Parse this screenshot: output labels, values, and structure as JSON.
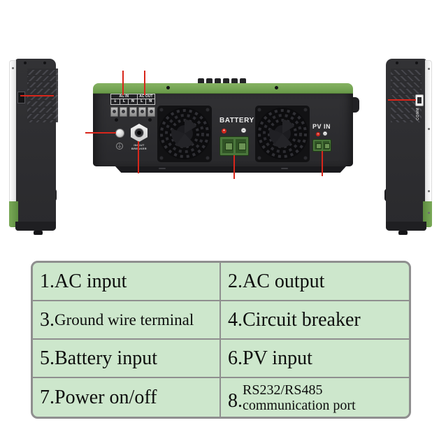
{
  "device": {
    "ac_in": "AC IN",
    "ac_out": "AC OUT",
    "terminals": [
      "⏚",
      "L",
      "N",
      "L",
      "N"
    ],
    "battery": "BATTERY",
    "pv_in": "PV IN",
    "breaker_l1": "IN/OUT",
    "breaker_l2": "BREAKER",
    "comm": "COMM",
    "ground_symbol": "⏚",
    "plus": "+",
    "minus": "−"
  },
  "table": {
    "cells": [
      {
        "num": "1.",
        "text": "AC input"
      },
      {
        "num": "2.",
        "text": "AC output"
      },
      {
        "num": "3.",
        "text": "Ground wire terminal"
      },
      {
        "num": "4.",
        "text": "Circuit breaker"
      },
      {
        "num": "5.",
        "text": "Battery input"
      },
      {
        "num": "6.",
        "text": "PV input"
      },
      {
        "num": "7.",
        "text": "Power on/off"
      },
      {
        "num": "8.",
        "text": "RS232/RS485",
        "text2": "communication port"
      }
    ]
  },
  "colors": {
    "brand_green": "#6f9e4f",
    "table_green": "#cde7cc",
    "callout_red": "#d8261b",
    "body_dark": "#2c2c2f",
    "terminal_green": "#4a763b"
  }
}
